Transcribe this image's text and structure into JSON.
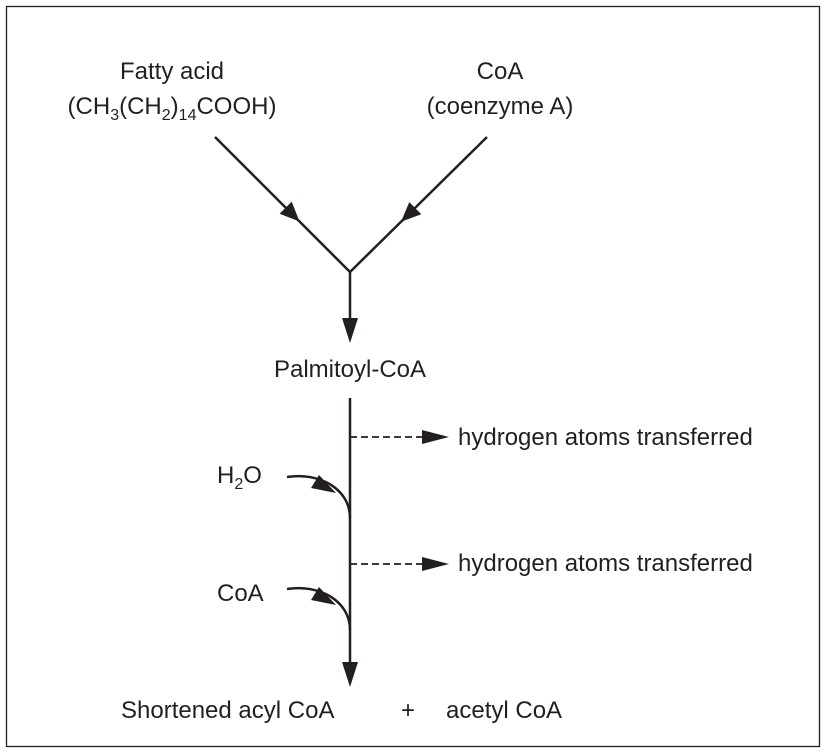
{
  "fatty_acid": {
    "name": "Fatty acid",
    "formula_parts": [
      "(CH",
      "3",
      "(CH",
      "2",
      ")",
      "14",
      "COOH)"
    ]
  },
  "coa_input": {
    "name": "CoA",
    "full_name": "(coenzyme A)"
  },
  "intermediate": "Palmitoyl-CoA",
  "side_output_1": "hydrogen atoms transferred",
  "side_output_2": "hydrogen atoms transferred",
  "water_input": {
    "parts": [
      "H",
      "2",
      "O"
    ]
  },
  "coa_input_2": "CoA",
  "products": {
    "left": "Shortened acyl CoA",
    "plus": "+",
    "right": "acetyl CoA"
  },
  "colors": {
    "line": "#231f20",
    "border": "#231f20"
  }
}
